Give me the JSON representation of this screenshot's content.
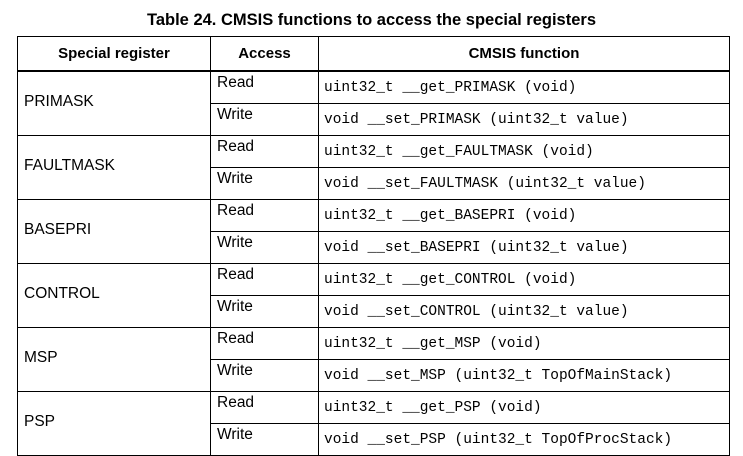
{
  "title": "Table 24. CMSIS functions to access the special registers",
  "headers": {
    "register": "Special register",
    "access": "Access",
    "function": "CMSIS function"
  },
  "rows": [
    {
      "register": "PRIMASK",
      "read_label": "Read",
      "read_fn": "uint32_t __get_PRIMASK (void)",
      "write_label": "Write",
      "write_fn": "void __set_PRIMASK (uint32_t value)"
    },
    {
      "register": "FAULTMASK",
      "read_label": "Read",
      "read_fn": "uint32_t __get_FAULTMASK (void)",
      "write_label": "Write",
      "write_fn": "void __set_FAULTMASK (uint32_t value)"
    },
    {
      "register": "BASEPRI",
      "read_label": "Read",
      "read_fn": "uint32_t __get_BASEPRI (void)",
      "write_label": "Write",
      "write_fn": "void __set_BASEPRI (uint32_t value)"
    },
    {
      "register": "CONTROL",
      "read_label": "Read",
      "read_fn": "uint32_t __get_CONTROL (void)",
      "write_label": "Write",
      "write_fn": "void __set_CONTROL (uint32_t value)"
    },
    {
      "register": "MSP",
      "read_label": "Read",
      "read_fn": "uint32_t __get_MSP (void)",
      "write_label": "Write",
      "write_fn": "void __set_MSP (uint32_t TopOfMainStack)"
    },
    {
      "register": "PSP",
      "read_label": "Read",
      "read_fn": "uint32_t __get_PSP (void)",
      "write_label": "Write",
      "write_fn": "void __set_PSP (uint32_t TopOfProcStack)"
    }
  ]
}
